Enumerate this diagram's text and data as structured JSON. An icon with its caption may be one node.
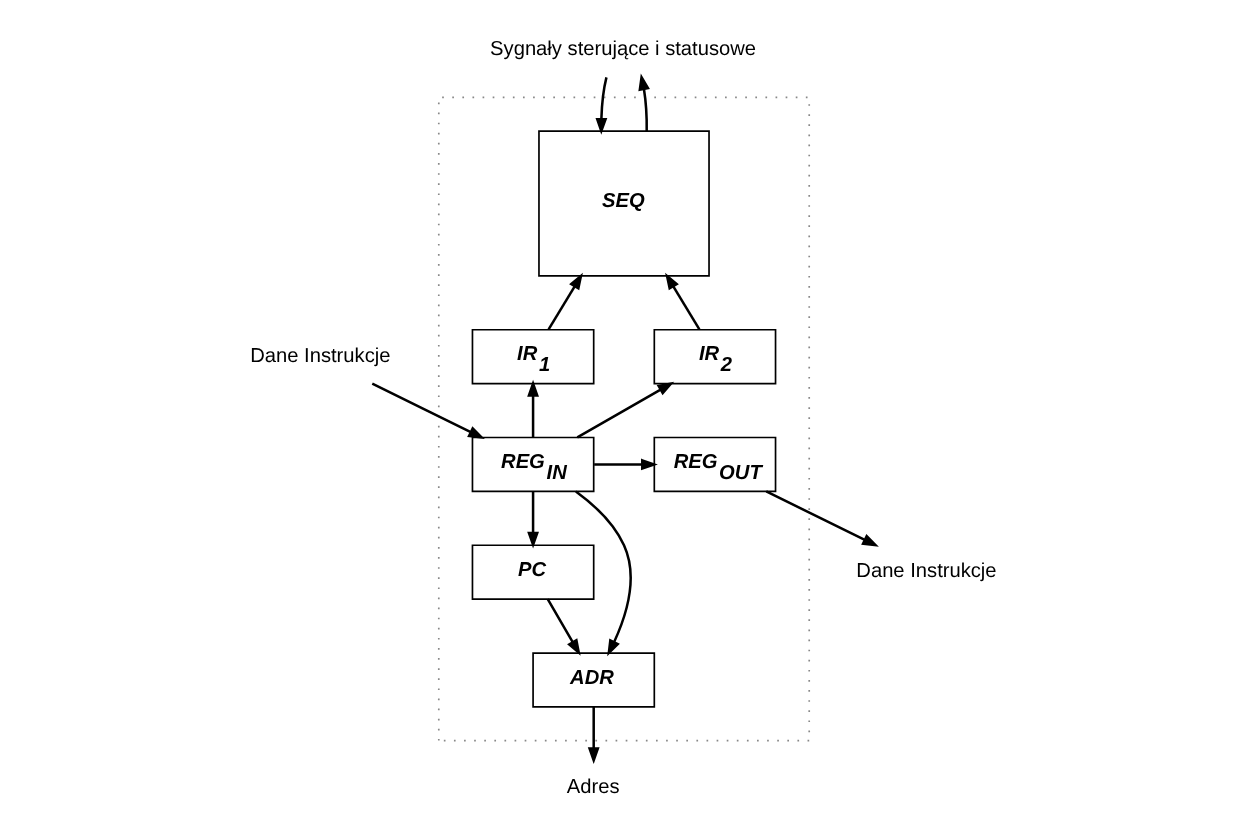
{
  "diagram": {
    "nodes": [
      {
        "text": [],
        "shape": "box"
      },
      {
        "text": [
          "Sygnały sterujące i statusowe"
        ]
      },
      {
        "text": [
          "SEQ"
        ],
        "in": 0
      },
      {
        "text": [
          "IR$_{1}$"
        ],
        "in": 0
      },
      {
        "text": [
          "IR$_{2}$"
        ],
        "in": 0
      },
      {
        "text": [
          "Dane Instrukcje"
        ]
      },
      {
        "text": [
          "REG$_{OUT}$"
        ],
        "in": 0
      },
      {
        "text": [
          "REG$_{IN}$"
        ],
        "in": 0
      },
      {
        "text": [
          "Dane Instrukcje"
        ]
      },
      {
        "text": [
          "PC"
        ],
        "in": 0
      },
      {
        "text": [
          "ADR"
        ],
        "in": 0
      },
      {
        "text": [
          "Adres"
        ]
      }
    ],
    "edges": [
      {
        "from": 1,
        "to": 2,
        "arrow": "to"
      },
      {
        "from": 2,
        "to": 1,
        "arrow": "to"
      },
      {
        "from": 3,
        "to": 2,
        "arrow": "to"
      },
      {
        "from": 4,
        "to": 2,
        "arrow": "to"
      },
      {
        "from": 6,
        "to": 5,
        "arrow": "to"
      },
      {
        "from": 8,
        "to": 7,
        "arrow": "to"
      },
      {
        "from": 7,
        "to": 6,
        "arrow": "to"
      },
      {
        "from": 7,
        "to": 4,
        "arrow": "to"
      },
      {
        "from": 7,
        "to": 3,
        "arrow": "to"
      },
      {
        "from": 7,
        "to": 9,
        "arrow": "to"
      },
      {
        "from": 7,
        "to": 10,
        "arrow": "to"
      },
      {
        "from": 9,
        "to": 10,
        "arrow": "to"
      },
      {
        "from": 10,
        "to": 11,
        "arrow": "to"
      }
    ]
  }
}
